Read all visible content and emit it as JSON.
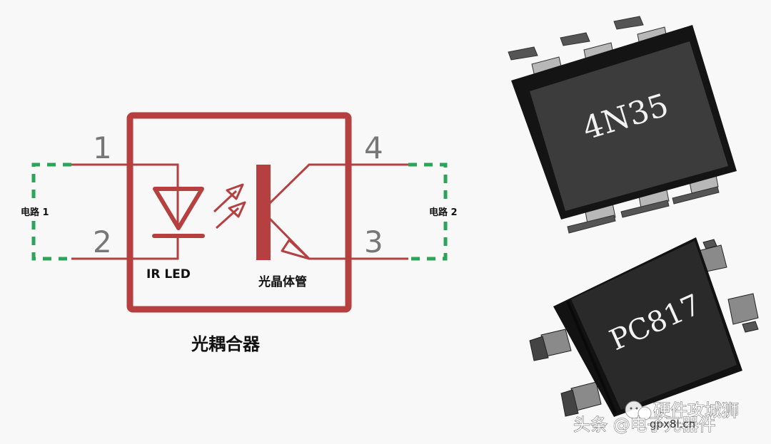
{
  "diagram": {
    "title": "光耦合器",
    "colors": {
      "wire": "#b5403f",
      "circuit_dashed": "#2ea35a",
      "pin_number": "#777777",
      "background": "#f8f8f8",
      "chip_body": "#3a3a3a",
      "chip_edge": "#121212",
      "chip_lead": "#b8b8b8"
    },
    "pins": {
      "p1": "1",
      "p2": "2",
      "p3": "3",
      "p4": "4"
    },
    "components": {
      "led_label": "IR LED",
      "transistor_label": "光晶体管"
    },
    "circuits": {
      "left": "电路 1",
      "right": "电路 2"
    }
  },
  "chips": {
    "top": {
      "marking": "4N35",
      "package": "DIP-6"
    },
    "bottom": {
      "marking": "PC817",
      "package": "SMD-4"
    }
  },
  "watermark": {
    "line1": "硬件攻城狮",
    "line2": "头条 @电子元器件",
    "url": "gpx8l.cn"
  }
}
